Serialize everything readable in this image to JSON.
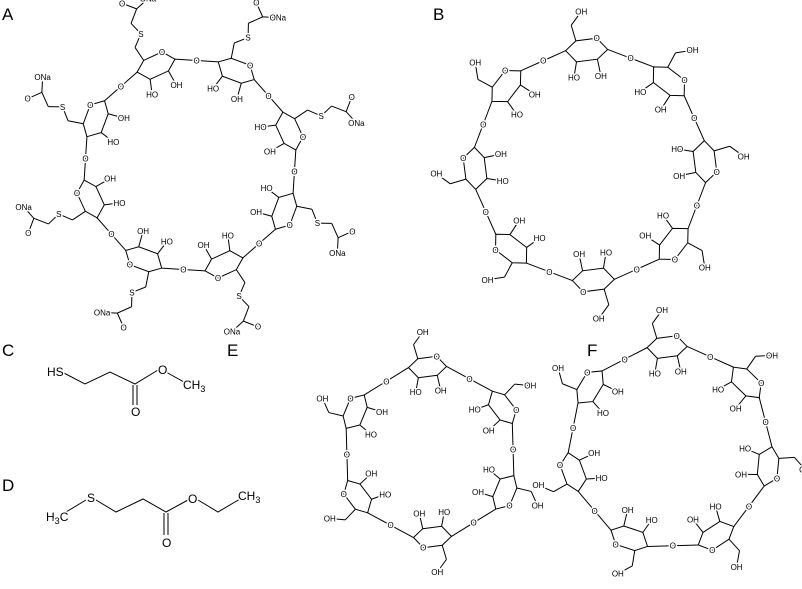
{
  "panels": [
    {
      "id": "A",
      "label": "A",
      "units": 8,
      "arm": "sulfide-carboxylate"
    },
    {
      "id": "B",
      "label": "B",
      "units": 8,
      "arm": "hydroxymethyl"
    },
    {
      "id": "C",
      "label": "C"
    },
    {
      "id": "D",
      "label": "D"
    },
    {
      "id": "E",
      "label": "E",
      "units": 6,
      "arm": "hydroxymethyl"
    },
    {
      "id": "F",
      "label": "F",
      "units": 7,
      "arm": "hydroxymethyl"
    }
  ],
  "atoms": {
    "oh": "OH",
    "ho": "HO",
    "o": "O",
    "s": "S",
    "ona": "ONa",
    "na": "Na"
  },
  "molecule_c": {
    "sh": "HS",
    "o_ester": "O",
    "o_carbonyl": "O",
    "ch": "CH",
    "sub3": "3"
  },
  "molecule_d": {
    "hc": "H",
    "sub3": "3",
    "c": "C",
    "s": "S",
    "o_ester": "O",
    "o_carbonyl": "O",
    "ch": "CH",
    "sub3b": "3"
  }
}
